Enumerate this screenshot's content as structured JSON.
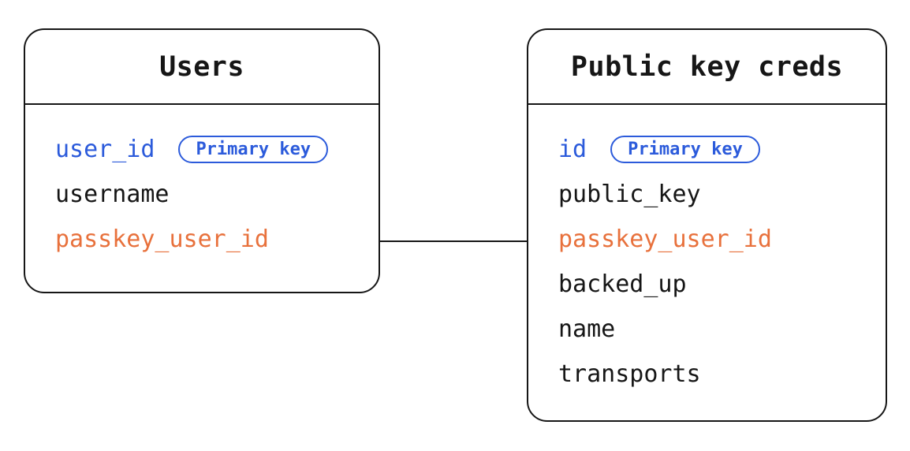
{
  "diagram": {
    "tables": [
      {
        "name": "Users",
        "fields": [
          {
            "name": "user_id",
            "role": "primary-key",
            "badge": "Primary key",
            "color": "blue"
          },
          {
            "name": "username",
            "role": "column",
            "color": "black"
          },
          {
            "name": "passkey_user_id",
            "role": "foreign-key",
            "color": "orange"
          }
        ]
      },
      {
        "name": "Public key creds",
        "fields": [
          {
            "name": "id",
            "role": "primary-key",
            "badge": "Primary key",
            "color": "blue"
          },
          {
            "name": "public_key",
            "role": "column",
            "color": "black"
          },
          {
            "name": "passkey_user_id",
            "role": "foreign-key",
            "color": "orange"
          },
          {
            "name": "backed_up",
            "role": "column",
            "color": "black"
          },
          {
            "name": "name",
            "role": "column",
            "color": "black"
          },
          {
            "name": "transports",
            "role": "column",
            "color": "black"
          }
        ]
      }
    ],
    "relationship": {
      "description": "line connecting Users.passkey_user_id to Public key creds table"
    },
    "colors": {
      "primary_key_blue": "#2c5bdb",
      "passkey_orange": "#e8713c",
      "line_black": "#161616",
      "background": "#ffffff"
    }
  }
}
